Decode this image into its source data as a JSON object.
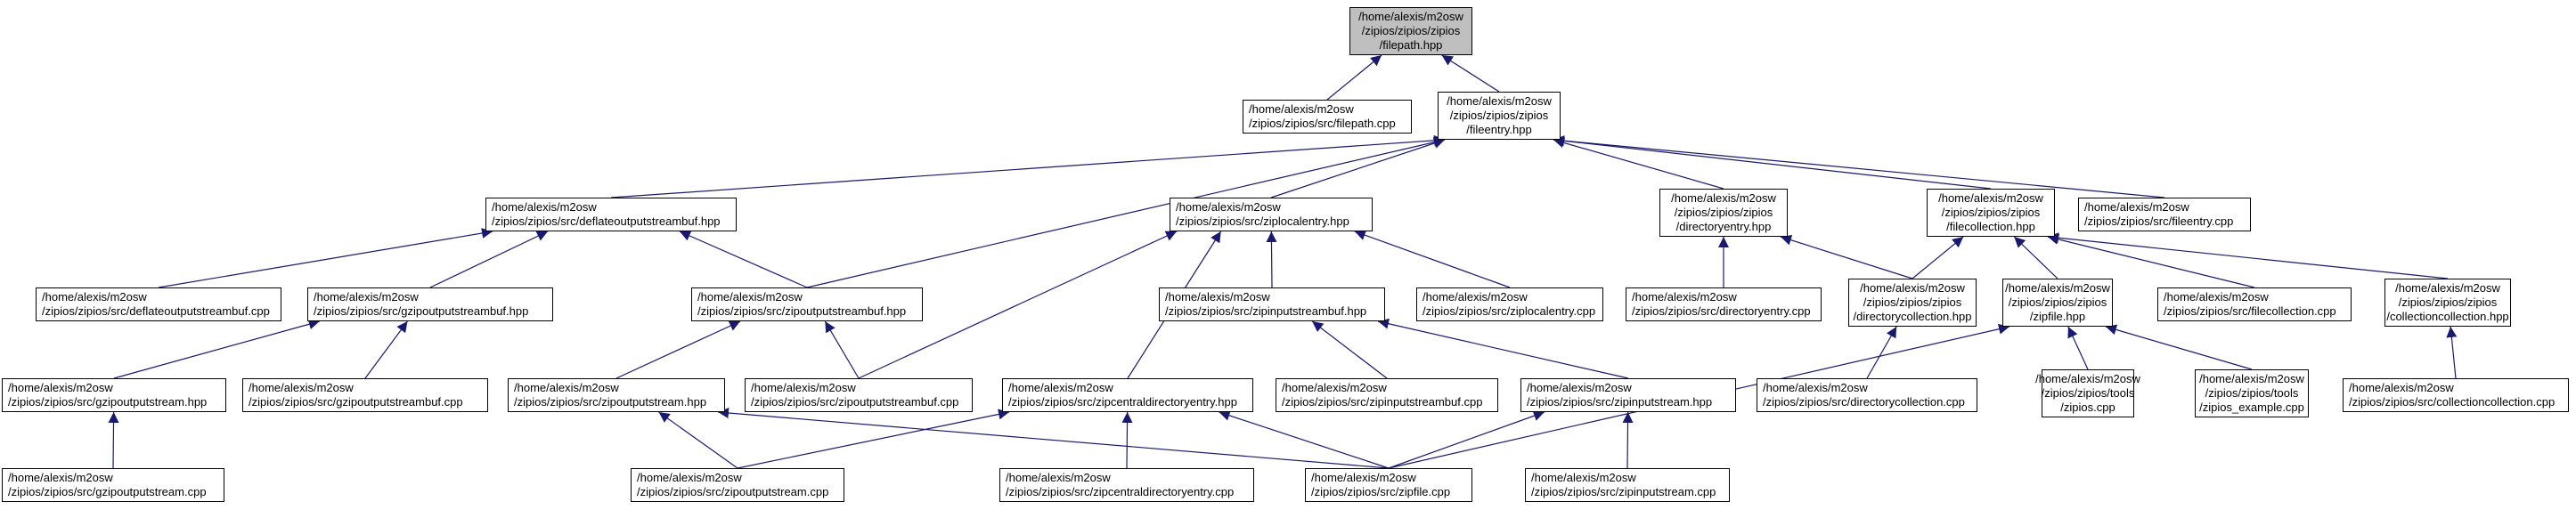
{
  "diagram": {
    "nodes": [
      {
        "id": "filepath_hpp",
        "lines": [
          "/home/alexis/m2osw",
          "/zipios/zipios/zipios",
          "/filepath.hpp"
        ],
        "root": true
      },
      {
        "id": "filepath_cpp",
        "lines": [
          "/home/alexis/m2osw",
          "/zipios/zipios/src/filepath.cpp"
        ]
      },
      {
        "id": "fileentry_hpp",
        "lines": [
          "/home/alexis/m2osw",
          "/zipios/zipios/zipios",
          "/fileentry.hpp"
        ]
      },
      {
        "id": "deflateoutputstreambuf_hpp",
        "lines": [
          "/home/alexis/m2osw",
          "/zipios/zipios/src/deflateoutputstreambuf.hpp"
        ]
      },
      {
        "id": "ziplocalentry_hpp",
        "lines": [
          "/home/alexis/m2osw",
          "/zipios/zipios/src/ziplocalentry.hpp"
        ]
      },
      {
        "id": "directoryentry_hpp",
        "lines": [
          "/home/alexis/m2osw",
          "/zipios/zipios/zipios",
          "/directoryentry.hpp"
        ]
      },
      {
        "id": "filecollection_hpp",
        "lines": [
          "/home/alexis/m2osw",
          "/zipios/zipios/zipios",
          "/filecollection.hpp"
        ]
      },
      {
        "id": "fileentry_cpp",
        "lines": [
          "/home/alexis/m2osw",
          "/zipios/zipios/src/fileentry.cpp"
        ]
      },
      {
        "id": "deflateoutputstreambuf_cpp",
        "lines": [
          "/home/alexis/m2osw",
          "/zipios/zipios/src/deflateoutputstreambuf.cpp"
        ]
      },
      {
        "id": "gzipoutputstreambuf_hpp",
        "lines": [
          "/home/alexis/m2osw",
          "/zipios/zipios/src/gzipoutputstreambuf.hpp"
        ]
      },
      {
        "id": "zipoutputstreambuf_hpp",
        "lines": [
          "/home/alexis/m2osw",
          "/zipios/zipios/src/zipoutputstreambuf.hpp"
        ]
      },
      {
        "id": "zipinputstreambuf_hpp",
        "lines": [
          "/home/alexis/m2osw",
          "/zipios/zipios/src/zipinputstreambuf.hpp"
        ]
      },
      {
        "id": "ziplocalentry_cpp",
        "lines": [
          "/home/alexis/m2osw",
          "/zipios/zipios/src/ziplocalentry.cpp"
        ]
      },
      {
        "id": "directoryentry_cpp",
        "lines": [
          "/home/alexis/m2osw",
          "/zipios/zipios/src/directoryentry.cpp"
        ]
      },
      {
        "id": "directorycollection_hpp",
        "lines": [
          "/home/alexis/m2osw",
          "/zipios/zipios/zipios",
          "/directorycollection.hpp"
        ]
      },
      {
        "id": "zipfile_hpp",
        "lines": [
          "/home/alexis/m2osw",
          "/zipios/zipios/zipios",
          "/zipfile.hpp"
        ]
      },
      {
        "id": "filecollection_cpp",
        "lines": [
          "/home/alexis/m2osw",
          "/zipios/zipios/src/filecollection.cpp"
        ]
      },
      {
        "id": "collectioncollection_hpp",
        "lines": [
          "/home/alexis/m2osw",
          "/zipios/zipios/zipios",
          "/collectioncollection.hpp"
        ]
      },
      {
        "id": "gzipoutputstream_hpp",
        "lines": [
          "/home/alexis/m2osw",
          "/zipios/zipios/src/gzipoutputstream.hpp"
        ]
      },
      {
        "id": "gzipoutputstreambuf_cpp",
        "lines": [
          "/home/alexis/m2osw",
          "/zipios/zipios/src/gzipoutputstreambuf.cpp"
        ]
      },
      {
        "id": "zipoutputstream_hpp",
        "lines": [
          "/home/alexis/m2osw",
          "/zipios/zipios/src/zipoutputstream.hpp"
        ]
      },
      {
        "id": "zipoutputstreambuf_cpp",
        "lines": [
          "/home/alexis/m2osw",
          "/zipios/zipios/src/zipoutputstreambuf.cpp"
        ]
      },
      {
        "id": "zipcentraldirectoryentry_hpp",
        "lines": [
          "/home/alexis/m2osw",
          "/zipios/zipios/src/zipcentraldirectoryentry.hpp"
        ]
      },
      {
        "id": "zipinputstreambuf_cpp",
        "lines": [
          "/home/alexis/m2osw",
          "/zipios/zipios/src/zipinputstreambuf.cpp"
        ]
      },
      {
        "id": "zipinputstream_hpp",
        "lines": [
          "/home/alexis/m2osw",
          "/zipios/zipios/src/zipinputstream.hpp"
        ]
      },
      {
        "id": "directorycollection_cpp",
        "lines": [
          "/home/alexis/m2osw",
          "/zipios/zipios/src/directorycollection.cpp"
        ]
      },
      {
        "id": "zipios_cpp",
        "lines": [
          "/home/alexis/m2osw",
          "/zipios/zipios/tools",
          "/zipios.cpp"
        ]
      },
      {
        "id": "zipios_example_cpp",
        "lines": [
          "/home/alexis/m2osw",
          "/zipios/zipios/tools",
          "/zipios_example.cpp"
        ]
      },
      {
        "id": "collectioncollection_cpp",
        "lines": [
          "/home/alexis/m2osw",
          "/zipios/zipios/src/collectioncollection.cpp"
        ]
      },
      {
        "id": "gzipoutputstream_cpp",
        "lines": [
          "/home/alexis/m2osw",
          "/zipios/zipios/src/gzipoutputstream.cpp"
        ]
      },
      {
        "id": "zipoutputstream_cpp",
        "lines": [
          "/home/alexis/m2osw",
          "/zipios/zipios/src/zipoutputstream.cpp"
        ]
      },
      {
        "id": "zipcentraldirectoryentry_cpp",
        "lines": [
          "/home/alexis/m2osw",
          "/zipios/zipios/src/zipcentraldirectoryentry.cpp"
        ]
      },
      {
        "id": "zipfile_cpp",
        "lines": [
          "/home/alexis/m2osw",
          "/zipios/zipios/src/zipfile.cpp"
        ]
      },
      {
        "id": "zipinputstream_cpp",
        "lines": [
          "/home/alexis/m2osw",
          "/zipios/zipios/src/zipinputstream.cpp"
        ]
      }
    ],
    "edges": [
      [
        "filepath_cpp",
        "filepath_hpp"
      ],
      [
        "fileentry_hpp",
        "filepath_hpp"
      ],
      [
        "deflateoutputstreambuf_hpp",
        "fileentry_hpp"
      ],
      [
        "zipoutputstreambuf_hpp",
        "fileentry_hpp"
      ],
      [
        "ziplocalentry_hpp",
        "fileentry_hpp"
      ],
      [
        "directoryentry_hpp",
        "fileentry_hpp"
      ],
      [
        "filecollection_hpp",
        "fileentry_hpp"
      ],
      [
        "fileentry_cpp",
        "fileentry_hpp"
      ],
      [
        "deflateoutputstreambuf_cpp",
        "deflateoutputstreambuf_hpp"
      ],
      [
        "gzipoutputstreambuf_hpp",
        "deflateoutputstreambuf_hpp"
      ],
      [
        "zipoutputstreambuf_hpp",
        "deflateoutputstreambuf_hpp"
      ],
      [
        "gzipoutputstream_hpp",
        "gzipoutputstreambuf_hpp"
      ],
      [
        "gzipoutputstreambuf_cpp",
        "gzipoutputstreambuf_hpp"
      ],
      [
        "gzipoutputstream_cpp",
        "gzipoutputstream_hpp"
      ],
      [
        "zipoutputstream_hpp",
        "zipoutputstreambuf_hpp"
      ],
      [
        "zipoutputstreambuf_cpp",
        "zipoutputstreambuf_hpp"
      ],
      [
        "zipoutputstream_cpp",
        "zipoutputstream_hpp"
      ],
      [
        "zipfile_cpp",
        "zipoutputstream_hpp"
      ],
      [
        "zipoutputstreambuf_cpp",
        "ziplocalentry_hpp"
      ],
      [
        "zipcentraldirectoryentry_hpp",
        "ziplocalentry_hpp"
      ],
      [
        "zipinputstreambuf_hpp",
        "ziplocalentry_hpp"
      ],
      [
        "ziplocalentry_cpp",
        "ziplocalentry_hpp"
      ],
      [
        "zipoutputstream_cpp",
        "zipcentraldirectoryentry_hpp"
      ],
      [
        "zipcentraldirectoryentry_cpp",
        "zipcentraldirectoryentry_hpp"
      ],
      [
        "zipfile_cpp",
        "zipcentraldirectoryentry_hpp"
      ],
      [
        "zipinputstreambuf_cpp",
        "zipinputstreambuf_hpp"
      ],
      [
        "zipinputstream_hpp",
        "zipinputstreambuf_hpp"
      ],
      [
        "zipfile_cpp",
        "zipinputstream_hpp"
      ],
      [
        "zipinputstream_cpp",
        "zipinputstream_hpp"
      ],
      [
        "directoryentry_cpp",
        "directoryentry_hpp"
      ],
      [
        "directorycollection_hpp",
        "directoryentry_hpp"
      ],
      [
        "directorycollection_cpp",
        "directorycollection_hpp"
      ],
      [
        "directorycollection_hpp",
        "filecollection_hpp"
      ],
      [
        "zipfile_hpp",
        "filecollection_hpp"
      ],
      [
        "filecollection_cpp",
        "filecollection_hpp"
      ],
      [
        "collectioncollection_hpp",
        "filecollection_hpp"
      ],
      [
        "zipfile_cpp",
        "zipfile_hpp"
      ],
      [
        "zipios_cpp",
        "zipfile_hpp"
      ],
      [
        "zipios_example_cpp",
        "zipfile_hpp"
      ],
      [
        "collectioncollection_cpp",
        "collectioncollection_hpp"
      ]
    ]
  }
}
